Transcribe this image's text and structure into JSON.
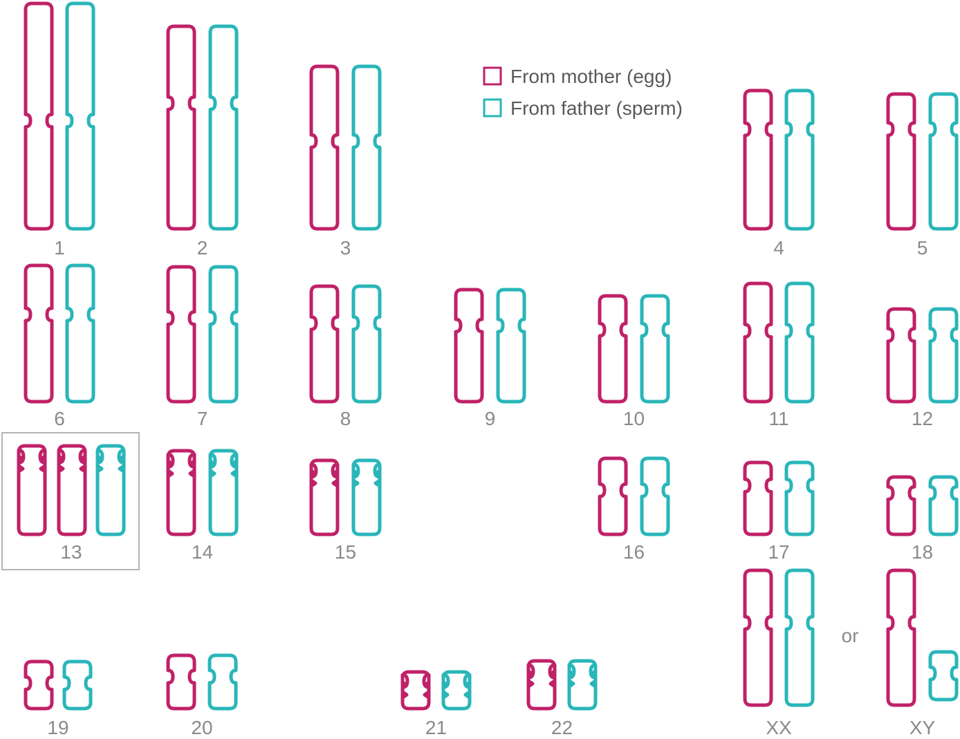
{
  "colors": {
    "maternal": "#c02168",
    "paternal": "#29b6b9",
    "label": "#8a8a8a",
    "legend_text": "#58595b",
    "highlight_box": "#9a9a9a"
  },
  "legend": {
    "mother_label": "From mother (egg)",
    "father_label": "From father (sperm)"
  },
  "separator": "or",
  "chromosomes": [
    {
      "id": "chr-1",
      "label": "1",
      "copies": [
        "maternal",
        "paternal"
      ],
      "centromere": 0.52,
      "notches": 0,
      "highlighted": false
    },
    {
      "id": "chr-2",
      "label": "2",
      "copies": [
        "maternal",
        "paternal"
      ],
      "centromere": 0.38,
      "notches": 0,
      "highlighted": false
    },
    {
      "id": "chr-3",
      "label": "3",
      "copies": [
        "maternal",
        "paternal"
      ],
      "centromere": 0.46,
      "notches": 0,
      "highlighted": false
    },
    {
      "id": "chr-4",
      "label": "4",
      "copies": [
        "maternal",
        "paternal"
      ],
      "centromere": 0.28,
      "notches": 0,
      "highlighted": false
    },
    {
      "id": "chr-5",
      "label": "5",
      "copies": [
        "maternal",
        "paternal"
      ],
      "centromere": 0.26,
      "notches": 0,
      "highlighted": false
    },
    {
      "id": "chr-6",
      "label": "6",
      "copies": [
        "maternal",
        "paternal"
      ],
      "centromere": 0.36,
      "notches": 0,
      "highlighted": false
    },
    {
      "id": "chr-7",
      "label": "7",
      "copies": [
        "maternal",
        "paternal"
      ],
      "centromere": 0.38,
      "notches": 0,
      "highlighted": false
    },
    {
      "id": "chr-8",
      "label": "8",
      "copies": [
        "maternal",
        "paternal"
      ],
      "centromere": 0.32,
      "notches": 0,
      "highlighted": false
    },
    {
      "id": "chr-9",
      "label": "9",
      "copies": [
        "maternal",
        "paternal"
      ],
      "centromere": 0.32,
      "notches": 0,
      "highlighted": false
    },
    {
      "id": "chr-10",
      "label": "10",
      "copies": [
        "maternal",
        "paternal"
      ],
      "centromere": 0.32,
      "notches": 0,
      "highlighted": false
    },
    {
      "id": "chr-11",
      "label": "11",
      "copies": [
        "maternal",
        "paternal"
      ],
      "centromere": 0.4,
      "notches": 0,
      "highlighted": false
    },
    {
      "id": "chr-12",
      "label": "12",
      "copies": [
        "maternal",
        "paternal"
      ],
      "centromere": 0.28,
      "notches": 0,
      "highlighted": false
    },
    {
      "id": "chr-13",
      "label": "13",
      "copies": [
        "maternal",
        "maternal",
        "paternal"
      ],
      "centromere": 0.12,
      "notches": 2,
      "highlighted": true
    },
    {
      "id": "chr-14",
      "label": "14",
      "copies": [
        "maternal",
        "paternal"
      ],
      "centromere": 0.12,
      "notches": 2,
      "highlighted": false
    },
    {
      "id": "chr-15",
      "label": "15",
      "copies": [
        "maternal",
        "paternal"
      ],
      "centromere": 0.14,
      "notches": 2,
      "highlighted": false
    },
    {
      "id": "chr-16",
      "label": "16",
      "copies": [
        "maternal",
        "paternal"
      ],
      "centromere": 0.42,
      "notches": 0,
      "highlighted": false
    },
    {
      "id": "chr-17",
      "label": "17",
      "copies": [
        "maternal",
        "paternal"
      ],
      "centromere": 0.32,
      "notches": 0,
      "highlighted": false
    },
    {
      "id": "chr-18",
      "label": "18",
      "copies": [
        "maternal",
        "paternal"
      ],
      "centromere": 0.28,
      "notches": 0,
      "highlighted": false
    },
    {
      "id": "chr-19",
      "label": "19",
      "copies": [
        "maternal",
        "paternal"
      ],
      "centromere": 0.46,
      "notches": 0,
      "highlighted": false
    },
    {
      "id": "chr-20",
      "label": "20",
      "copies": [
        "maternal",
        "paternal"
      ],
      "centromere": 0.4,
      "notches": 0,
      "highlighted": false
    },
    {
      "id": "chr-21",
      "label": "21",
      "copies": [
        "maternal",
        "paternal"
      ],
      "centromere": 0.25,
      "notches": 2,
      "highlighted": false
    },
    {
      "id": "chr-22",
      "label": "22",
      "copies": [
        "maternal",
        "paternal"
      ],
      "centromere": 0.22,
      "notches": 2,
      "highlighted": false
    },
    {
      "id": "chr-xx",
      "label": "XX",
      "copies": [
        "maternal",
        "paternal"
      ],
      "centromere": 0.39,
      "notches": 0,
      "highlighted": false
    },
    {
      "id": "chr-xy",
      "label": "XY",
      "copies": [
        "maternal",
        "paternal"
      ],
      "centromere": 0.39,
      "notches": 0,
      "highlighted": false
    }
  ]
}
